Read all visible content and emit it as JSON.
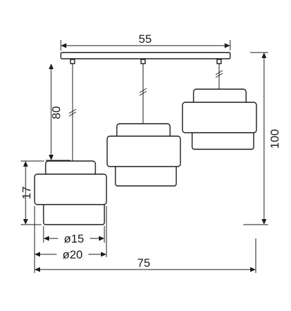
{
  "dimensions": {
    "top_width": "55",
    "cord_length": "80",
    "total_height": "100",
    "shade_height": "17",
    "inner_diameter": "ø15",
    "outer_diameter": "ø20",
    "total_width": "75"
  }
}
